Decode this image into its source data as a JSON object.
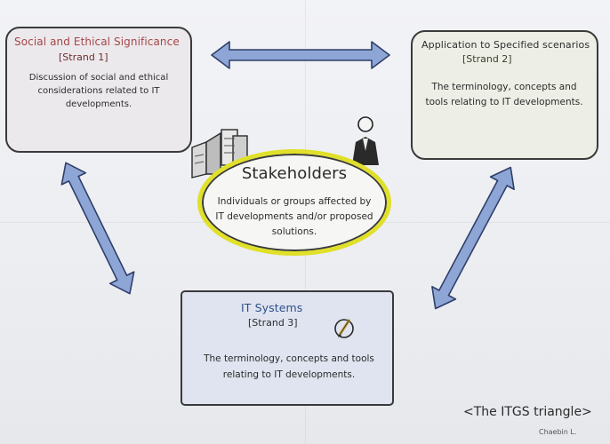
{
  "social": {
    "title": "Social and Ethical Significance",
    "strand": "[Strand 1]",
    "description": "Discussion of social and ethical considerations related to IT developments."
  },
  "application": {
    "title": "Application to Specified scenarios",
    "strand": "[Strand 2]",
    "description": "The terminology, concepts and tools relating to IT developments."
  },
  "stakeholders": {
    "title": "Stakeholders",
    "description": "Individuals or groups affected by IT developments and/or proposed solutions."
  },
  "it_systems": {
    "title": "IT Systems",
    "strand": "[Strand 3]",
    "description": "The terminology, concepts and tools relating to IT developments."
  },
  "caption": "<The ITGS triangle>",
  "author": "Chaebin L.",
  "colors": {
    "arrow_fill": "#8ea6d6",
    "arrow_stroke": "#2f3f6a",
    "ellipse_ring": "#e0e02a",
    "social_title": "#a54646",
    "it_systems_title": "#2f4f8a"
  },
  "icons": [
    "computer-icon",
    "buildings-icon",
    "person-icon",
    "pen-icon"
  ]
}
